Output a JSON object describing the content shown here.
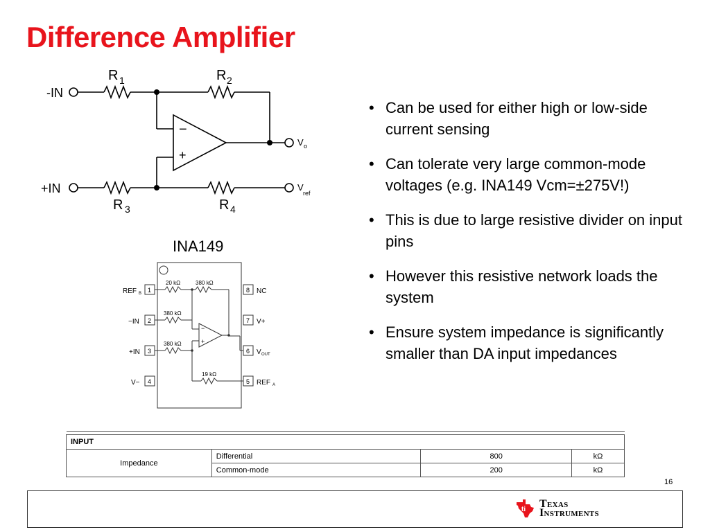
{
  "slide": {
    "title": "Difference Amplifier",
    "page_number": "16"
  },
  "circuit": {
    "neg_in": "-IN",
    "pos_in": "+IN",
    "r1": "R",
    "r1_sub": "1",
    "r2": "R",
    "r2_sub": "2",
    "r3": "R",
    "r3_sub": "3",
    "r4": "R",
    "r4_sub": "4",
    "vo": "V",
    "vo_sub": "o",
    "vref": "V",
    "vref_sub": "ref",
    "minus": "−",
    "plus": "+"
  },
  "ina149": {
    "label": "INA149",
    "pins_left": [
      {
        "num": "1",
        "name": "REF",
        "sub": "B"
      },
      {
        "num": "2",
        "name": "−IN",
        "sub": ""
      },
      {
        "num": "3",
        "name": "+IN",
        "sub": ""
      },
      {
        "num": "4",
        "name": "V−",
        "sub": ""
      }
    ],
    "pins_right": [
      {
        "num": "8",
        "name": "NC",
        "sub": ""
      },
      {
        "num": "7",
        "name": "V+",
        "sub": ""
      },
      {
        "num": "6",
        "name": "V",
        "sub": "OUT"
      },
      {
        "num": "5",
        "name": "REF",
        "sub": "A"
      }
    ],
    "resistors": {
      "r20k": "20 kΩ",
      "r380k_top": "380 kΩ",
      "r380k_mid": "380 kΩ",
      "r380k_low": "380 kΩ",
      "r19k": "19 kΩ"
    }
  },
  "bullets": [
    "Can be used for either high or low-side current sensing",
    "Can tolerate very large common-mode voltages (e.g. INA149 Vcm=±275V!)",
    "This is due to large resistive divider on input pins",
    "However this resistive network loads the system",
    "Ensure system impedance is significantly smaller than DA input impedances"
  ],
  "bullet_symbol": "•",
  "spec_table": {
    "section": "INPUT",
    "param": "Impedance",
    "rows": [
      {
        "condition": "Differential",
        "value": "800",
        "unit": "kΩ"
      },
      {
        "condition": "Common-mode",
        "value": "200",
        "unit": "kΩ"
      }
    ]
  },
  "logo": {
    "line1": "Texas",
    "line2": "Instruments",
    "brand_color": "#e8141c"
  },
  "colors": {
    "title": "#e8141c"
  }
}
